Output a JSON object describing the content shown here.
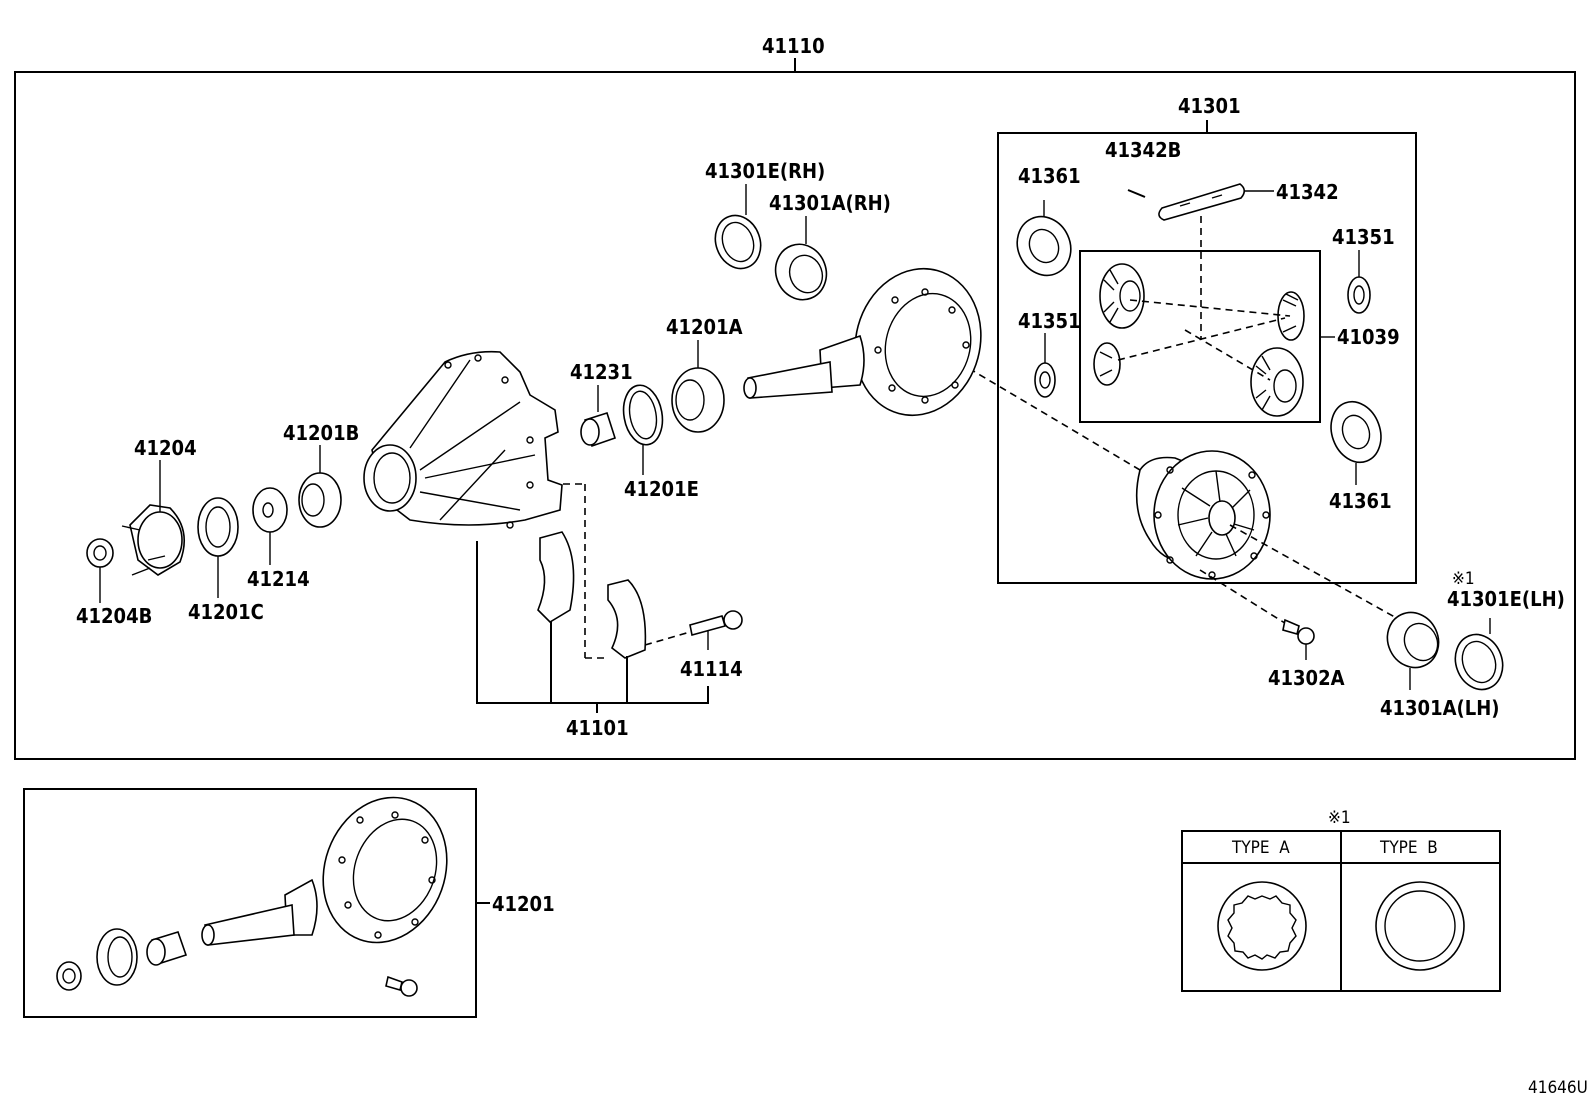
{
  "diagram": {
    "labels": {
      "p41110": "41110",
      "p41301": "41301",
      "p41342B": "41342B",
      "p41361_top": "41361",
      "p41342": "41342",
      "p41351_right": "41351",
      "p41351_left": "41351",
      "p41039": "41039",
      "p41361_bottom": "41361",
      "p41301E_RH": "41301E(RH)",
      "p41301A_RH": "41301A(RH)",
      "p41201A": "41201A",
      "p41231": "41231",
      "p41201B": "41201B",
      "p41201E": "41201E",
      "p41204": "41204",
      "p41214": "41214",
      "p41204B": "41204B",
      "p41201C": "41201C",
      "p41114": "41114",
      "p41101": "41101",
      "p41302A": "41302A",
      "p41301E_LH": "41301E(LH)",
      "p41301A_LH": "41301A(LH)",
      "note_mark_top": "※1",
      "p41201": "41201",
      "figure_code": "41646U"
    },
    "type_table": {
      "note_mark": "※1",
      "type_a": "TYPE  A",
      "type_b": "TYPE  B"
    }
  }
}
